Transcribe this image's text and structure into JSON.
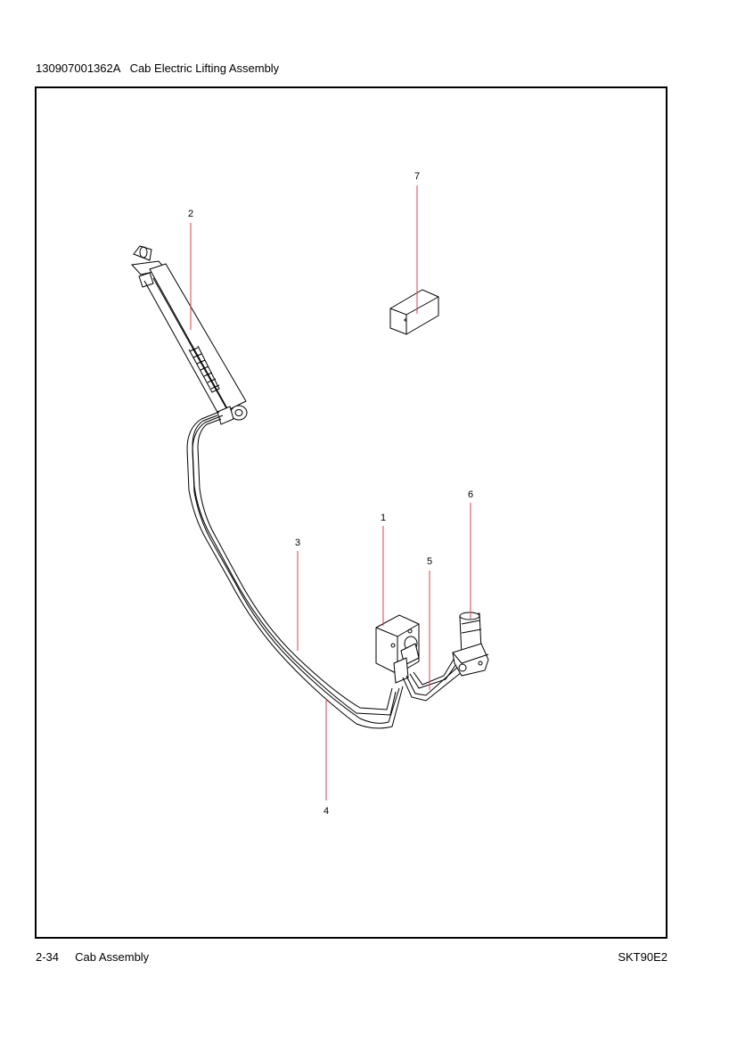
{
  "header": {
    "part_number": "130907001362A",
    "title": "Cab Electric Lifting Assembly"
  },
  "callouts": {
    "c1": "1",
    "c2": "2",
    "c3": "3",
    "c4": "4",
    "c5": "5",
    "c6": "6",
    "c7": "7"
  },
  "footer": {
    "page": "2-34",
    "section": "Cab Assembly",
    "model": "SKT90E2"
  },
  "colors": {
    "leader_line": "#e0404a",
    "drawing_line": "#000000"
  }
}
